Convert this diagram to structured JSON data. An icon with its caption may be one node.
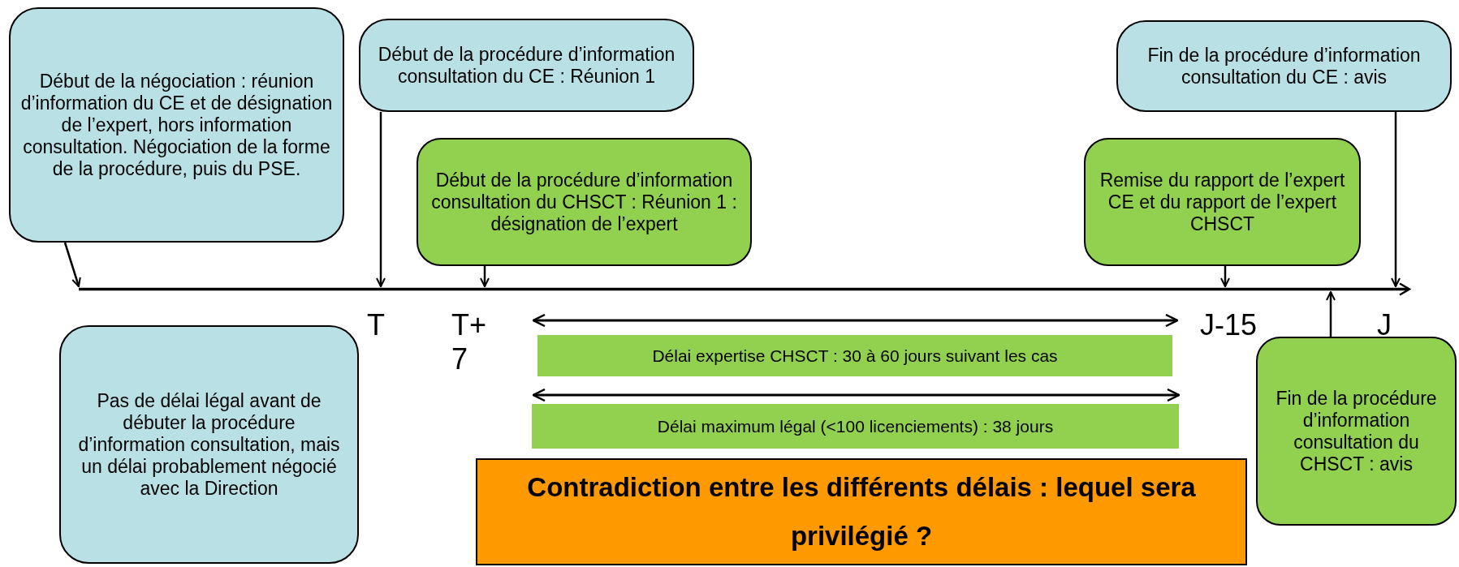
{
  "diagram": {
    "nodes": [
      {
        "text": [
          "Début de la négociation : réunion d’information du CE et de désignation de l’expert, hors information consultation. Négociation de la forme de la procédure, puis du PSE."
        ]
      },
      {
        "text": [
          "Début de la procédure d’information consultation du CE : Réunion 1"
        ]
      },
      {
        "text": [
          "Fin de la procédure d’information consultation du CE : avis"
        ]
      },
      {
        "text": [
          "Début de la procédure d’information consultation du CHSCT : Réunion 1 : désignation de l’expert"
        ]
      },
      {
        "text": [
          "Remise du rapport de l’expert CE et du rapport de l’expert CHSCT"
        ]
      },
      {
        "text": [
          "Pas de délai légal avant de débuter la procédure d’information consultation, mais un délai probablement négocié avec la Direction"
        ]
      },
      {
        "text": [
          "Fin de la procédure d’information consultation du CHSCT : avis"
        ]
      },
      {
        "text": [
          "Délai expertise CHSCT : 30 à 60 jours suivant les cas"
        ]
      },
      {
        "text": [
          "Délai maximum légal (<100 licenciements) : 38 jours"
        ]
      },
      {
        "text": [
          "Contradiction entre les différents délais : lequel sera privilégié ?"
        ]
      },
      {
        "text": [],
        "shape": "arrow"
      }
    ],
    "edges": [
      {
        "from": 0,
        "to": 10,
        "arrow": "to"
      },
      {
        "from": 1,
        "to": 10,
        "arrow": "to"
      },
      {
        "from": 3,
        "to": 10,
        "arrow": "to"
      },
      {
        "from": 4,
        "to": 10,
        "arrow": "to"
      },
      {
        "from": 2,
        "to": 10,
        "arrow": "to"
      },
      {
        "from": 6,
        "to": 10,
        "arrow": "to"
      }
    ],
    "labels": [
      "T",
      "T+ 7",
      "J-15",
      "J"
    ]
  }
}
